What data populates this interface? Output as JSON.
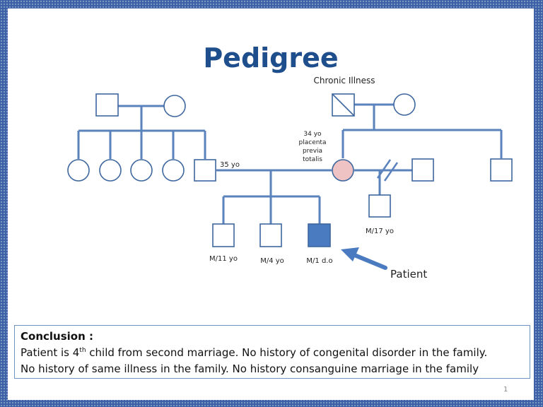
{
  "slide": {
    "title": "Pedigree",
    "page_number": "1"
  },
  "pedigree": {
    "paternal_grandfather": "male",
    "paternal_grandmother": "female",
    "paternal_aunts": [
      "female",
      "female",
      "female",
      "female"
    ],
    "father": {
      "sex": "male",
      "label": "35 yo"
    },
    "maternal_grandfather": {
      "sex": "male",
      "affected_marker": "diagonal-line",
      "label": "Chronic Illness"
    },
    "maternal_grandmother": "female",
    "mother": {
      "sex": "female",
      "label_lines": [
        "34 yo",
        "placenta",
        "previa",
        "totalis"
      ],
      "fill_color": "#efc2c4"
    },
    "mother_first_husband": "male",
    "mother_brother": "male",
    "half_brother": {
      "sex": "male",
      "label": "M/17 yo"
    },
    "children": [
      {
        "sex": "male",
        "label": "M/11 yo",
        "affected": false
      },
      {
        "sex": "male",
        "label": "M/4 yo",
        "affected": false
      },
      {
        "sex": "male",
        "label": "M/1 d.o",
        "affected": true
      }
    ],
    "patient_pointer": "Patient",
    "colors": {
      "line": "#5a82bd",
      "symbol_stroke": "#3e679e",
      "affected_fill": "#4a7bc0"
    }
  },
  "conclusion": {
    "heading": "Conclusion :",
    "line1_before_sup": "Patient is 4",
    "line1_sup": "th",
    "line1_after_sup": " child from second marriage. No history of congenital disorder in the family.",
    "line2": "No history of same illness in the family. No history consanguine marriage in the family"
  }
}
